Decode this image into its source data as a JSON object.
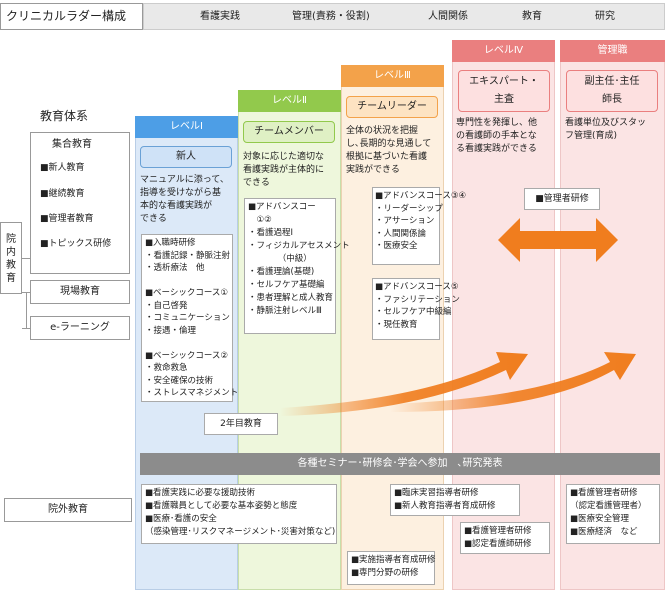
{
  "header": {
    "title": "クリニカルラダー構成",
    "items": [
      "看護実践",
      "管理(責務・役割)",
      "人間関係",
      "教育",
      "研究"
    ]
  },
  "left": {
    "education_system": "教育体系",
    "group_title": "集合教育",
    "group_items": [
      "■新人教育",
      "■継続教育",
      "■管理者教育",
      "■トピックス研修"
    ],
    "innai": "院\n内\n教\n育",
    "genba": "現場教育",
    "elearning": "e-ラーニング",
    "ingai": "院外教育"
  },
  "levels": [
    {
      "header": "レベルⅠ",
      "role": "新人",
      "description": "マニュアルに添って、\n指導を受けながら基\n本的な看護実践が\nできる",
      "box_text": "■入職時研修\n・看護記録・静脈注射\n・透析療法　他\n\n■ベーシックコース①\n・自己啓発\n・コミュニケーション\n・接遇・倫理\n\n■ベーシックコース②\n・救命救急\n・安全確保の技術\n・ストレスマネジメント"
    },
    {
      "header": "レベルⅡ",
      "role": "チームメンバー",
      "description": "対象に応じた適切な\n看護実践が主体的に\nできる",
      "box_text": "■アドバンスコー\n　①②\n・看護過程Ⅰ\n・フィジカルアセスメント\n　　　　（中級）\n・看護理論(基礎)\n・セルフケア基礎編\n・患者理解と成人教育\n・静脈注射レベルⅢ"
    },
    {
      "header": "レベルⅢ",
      "role": "チームリーダー",
      "description": "全体の状況を把握\nし､長期的な見通して\n根拠に基づいた看護\n実践ができる",
      "box_text": "■アドバンスコース③④\n・リーダーシップ\n・アサーション\n・人間関係論\n・医療安全",
      "box_text_2": "■アドバンスコース⑤\n・ファシリテーション\n・セルフケア中級編\n・現任教育"
    },
    {
      "header": "レベルⅣ",
      "role": "エキスパート・\n主査",
      "description": "専門性を発揮し、他\nの看護師の手本とな\nる看護実践ができる"
    },
    {
      "header": "管理職",
      "role": "副主任･主任\n師長",
      "description": "看護単位及びスタッ\nフ管理(育成)",
      "box_text": "■管理者研修"
    }
  ],
  "two_year": "2年目教育",
  "seminar": "各種セミナー･研修会･学会へ参加　､研究発表",
  "external": {
    "box_a": "■看護実践に必要な援助技術\n■看護職員として必要な基本姿勢と態度\n■医療･看護の安全\n（感染管理･リスクマネージメント･災害対策など)",
    "box_b": "■実施指導者育成研修\n■専門分野の研修",
    "box_c": "■臨床実習指導者研修\n■新人教育指導者育成研修",
    "box_d": "■看護管理者研修\n■認定看護師研修",
    "box_e": "■看護管理者研修\n（認定看護管理者）\n■医療安全管理\n■医療経済　など"
  },
  "colors": {
    "level1": "#4d9ee6",
    "level2": "#92c94c",
    "level3": "#f3a24a",
    "level4": "#ea7f7f",
    "arrow": "#f07d1e",
    "seminar_bar": "#8c8c8c"
  }
}
